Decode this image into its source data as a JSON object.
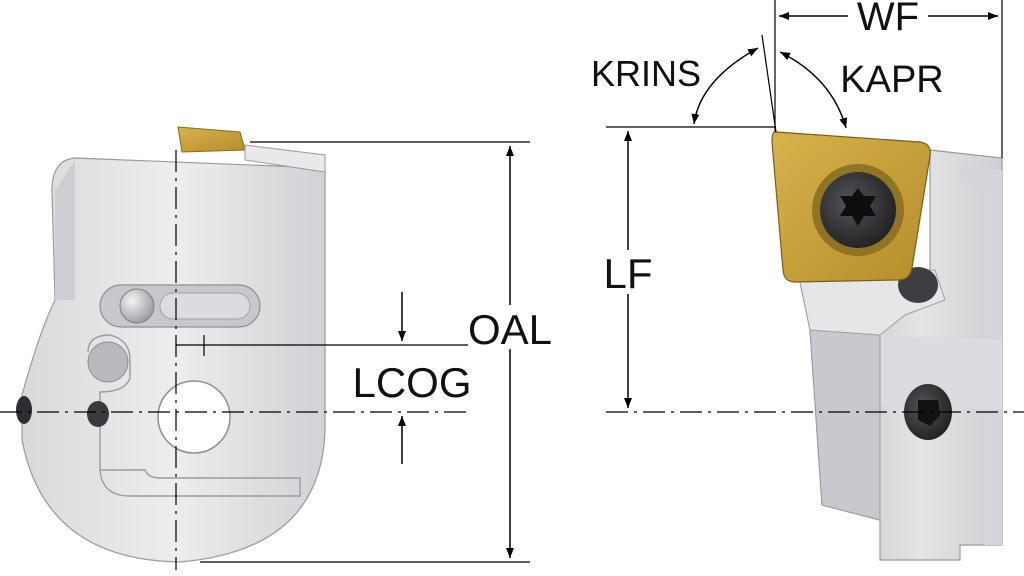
{
  "labels": {
    "oal": "OAL",
    "lcog": "LCOG",
    "lf": "LF",
    "wf": "WF",
    "krins": "KRINS",
    "kapr": "KAPR"
  },
  "colors": {
    "body_light": "#e6e6e8",
    "body_mid": "#c4c4c8",
    "body_dark": "#8e8e94",
    "insert_gold": "#c9a23e",
    "screw_dark": "#2a2a2c",
    "line": "#000000"
  }
}
